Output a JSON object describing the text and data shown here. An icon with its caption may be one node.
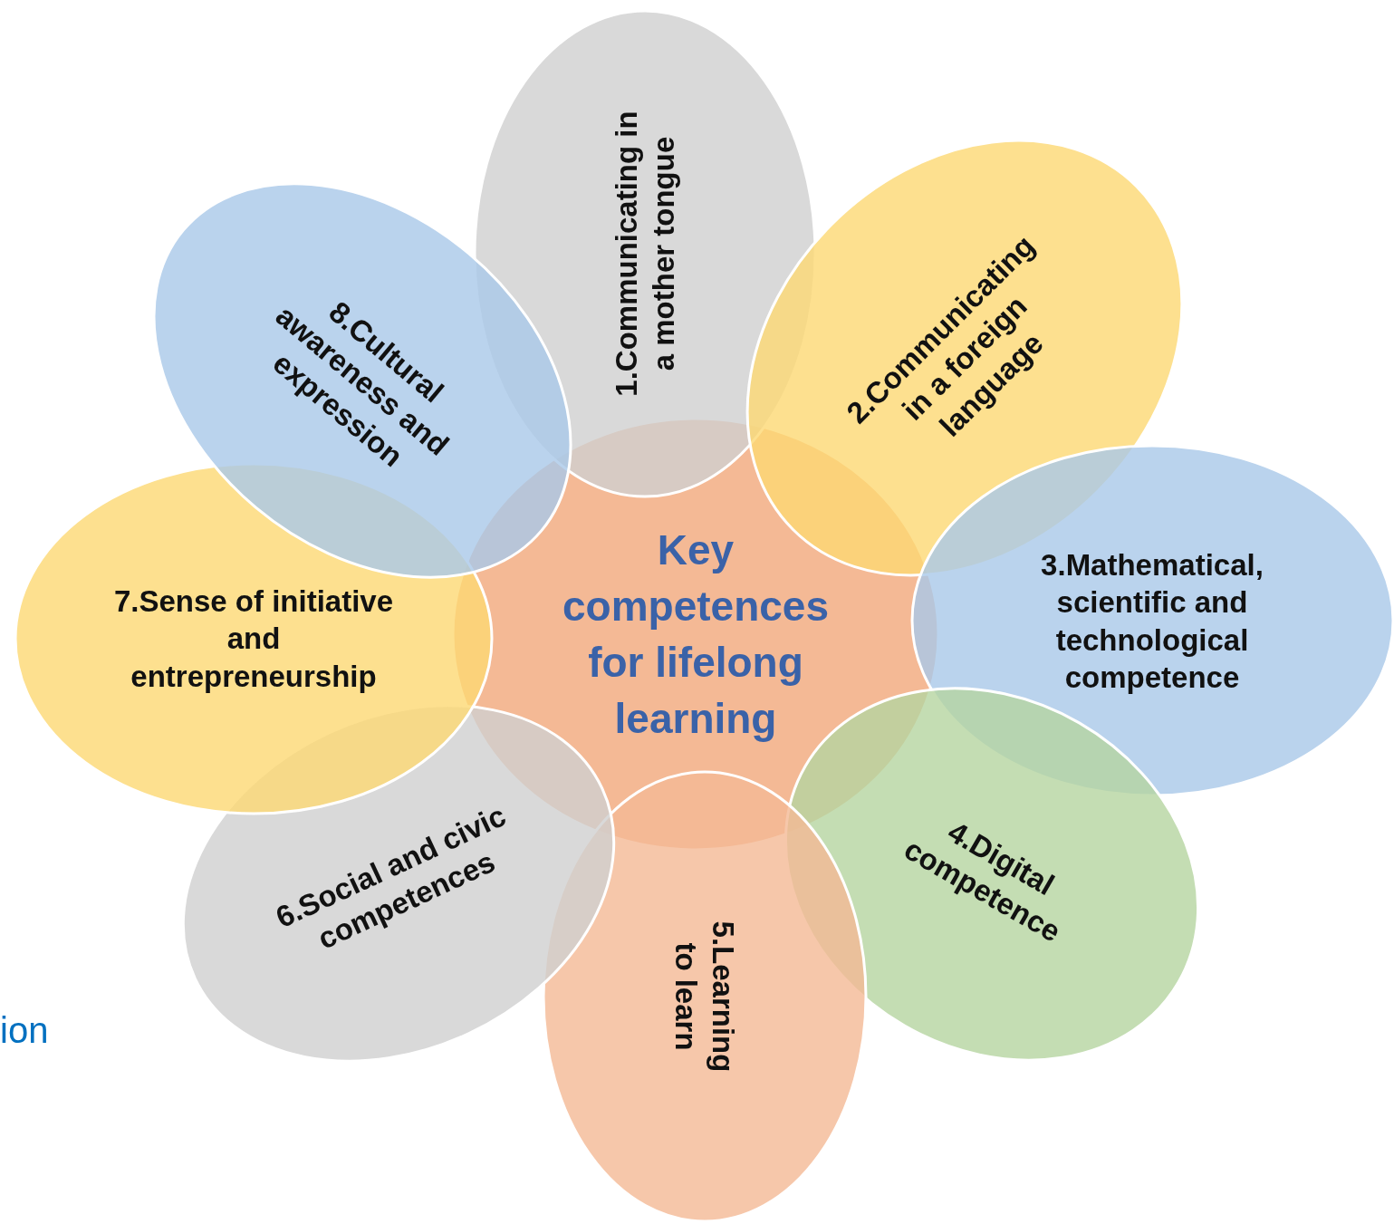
{
  "diagram": {
    "nodes": [
      {
        "text": [
          "Key competences for lifelong learning"
        ]
      },
      {
        "text": [
          "1.Communicating in a mother tongue"
        ]
      },
      {
        "text": [
          "2.Communicating in a foreign language"
        ]
      },
      {
        "text": [
          "3.Mathematical, scientific and technological competence"
        ]
      },
      {
        "text": [
          "4.Digital competence"
        ]
      },
      {
        "text": [
          "5.Learning to learn"
        ]
      },
      {
        "text": [
          "6.Social and civic competences"
        ]
      },
      {
        "text": [
          "7.Sense of initiative and entrepreneurship"
        ]
      },
      {
        "text": [
          "8.Cultural awareness and expression"
        ]
      }
    ],
    "labels": [
      "ion"
    ]
  }
}
